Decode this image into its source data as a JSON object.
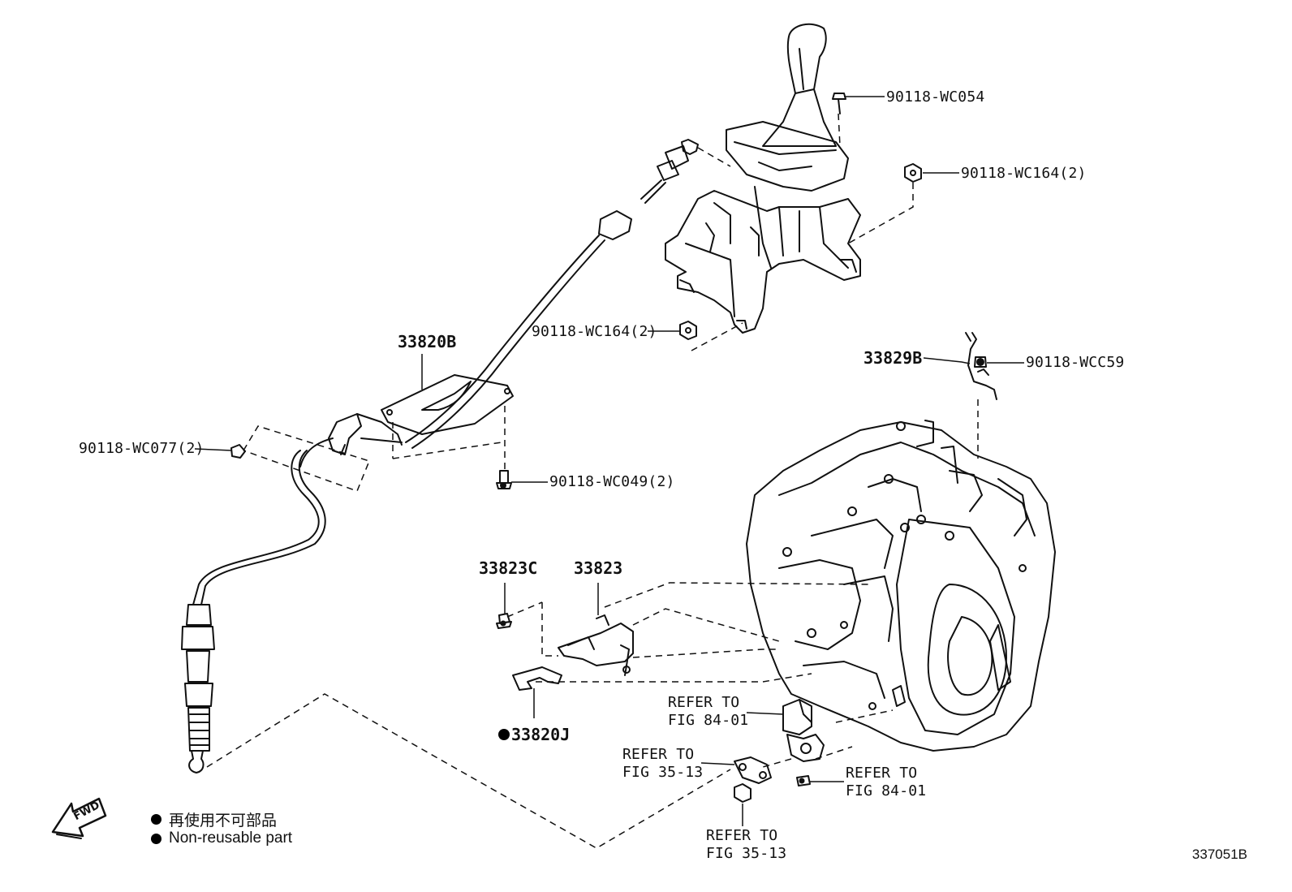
{
  "parts": {
    "p_90118_wc054": "90118-WC054",
    "p_90118_wc164_top": "90118-WC164(2)",
    "p_90118_wc164_mid": "90118-WC164(2)",
    "p_33820b": "33820B",
    "p_90118_wc077": "90118-WC077(2)",
    "p_90118_wc049": "90118-WC049(2)",
    "p_33829b": "33829B",
    "p_90118_wcc59": "90118-WCC59",
    "p_33823c": "33823C",
    "p_33823": "33823",
    "p_33820j": "33820J"
  },
  "refers": {
    "r1_line1": "REFER TO",
    "r1_line2": "FIG 84-01",
    "r2_line1": "REFER TO",
    "r2_line2": "FIG 35-13",
    "r3_line1": "REFER TO",
    "r3_line2": "FIG 84-01",
    "r4_line1": "REFER TO",
    "r4_line2": "FIG 35-13"
  },
  "legend": {
    "jp": "再使用不可部品",
    "en": "Non-reusable part"
  },
  "fwd_label": "FWD",
  "diagram_code": "337051B"
}
